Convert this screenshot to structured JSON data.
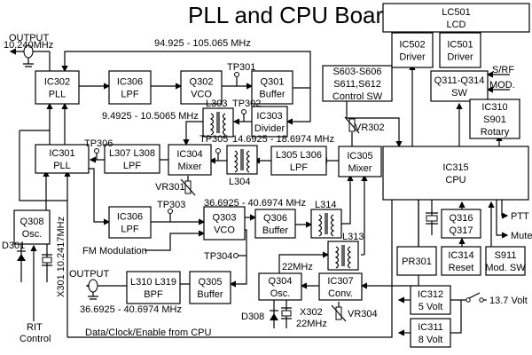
{
  "title": "PLL and CPU Board",
  "colors": {
    "background": "#ffffff",
    "ink": "#000000"
  },
  "blocks": {
    "ic302": [
      "IC302",
      "PLL"
    ],
    "ic306a": [
      "IC306",
      "LPF"
    ],
    "q302": [
      "Q302",
      "VCO"
    ],
    "q301": [
      "Q301",
      "Buffer"
    ],
    "ic303": [
      "IC303",
      "Divider"
    ],
    "ic301": [
      "IC301",
      "PLL"
    ],
    "l307": [
      "L307 L308",
      "LPF"
    ],
    "ic304": [
      "IC304",
      "Mixer"
    ],
    "l305": [
      "L305 L306",
      "LPF"
    ],
    "ic305": [
      "IC305",
      "Mixer"
    ],
    "q308": [
      "Q308",
      "Osc."
    ],
    "ic306b": [
      "IC306",
      "LPF"
    ],
    "q303": [
      "Q303",
      "VCO"
    ],
    "q306": [
      "Q306",
      "Buffer"
    ],
    "l310": [
      "L310 L319",
      "BPF"
    ],
    "q305": [
      "Q305",
      "Buffer"
    ],
    "q304": [
      "Q304",
      "Osc."
    ],
    "ic307": [
      "IC307",
      "Conv."
    ],
    "switches": [
      "S603-S606",
      "S611,S612",
      "Control SW"
    ],
    "lc501": [
      "LC501",
      "LCD"
    ],
    "ic502": [
      "IC502",
      "Driver"
    ],
    "ic501": [
      "IC501",
      "Driver"
    ],
    "q311": [
      "Q311-Q314",
      "SW"
    ],
    "ic310": [
      "IC310",
      "S901",
      "Rotary"
    ],
    "ic315": [
      "IC315",
      "CPU"
    ],
    "q316": [
      "Q316",
      "Q317"
    ],
    "pr301": [
      "PR301"
    ],
    "ic314": [
      "IC314",
      "Reset"
    ],
    "s911": [
      "S911",
      "Mod. SW"
    ],
    "ic312": [
      "IC312",
      "5 Volt"
    ],
    "ic311": [
      "IC311",
      "8 Volt"
    ]
  },
  "labels": {
    "output_top": "OUTPUT",
    "output_top_freq": "10.240MHz",
    "freq_94": "94.925 - 105.065 MHz",
    "freq_9": "9.4925 - 10.5065 MHz",
    "freq_14": "14.6925 - 18.6974 MHz",
    "freq_36a": "36.6925 -  40.6974 MHz",
    "freq_36b": "36.6925 - 40.6974 MHz",
    "tp301": "TP301",
    "tp302": "TP302",
    "tp303": "TP303",
    "tp304": "TP304",
    "tp305": "TP305",
    "tp306": "TP306",
    "l303": "L303",
    "l304": "L304",
    "l313": "L313",
    "l314": "L314",
    "vr301": "VR301",
    "vr302": "VR302",
    "vr304": "VR304",
    "d301": "D301",
    "d308": "D308",
    "x301": "X301  10.2417MHz",
    "x302": "X302",
    "x302_freq": "22MHz",
    "osc_22": "22MHz",
    "fm_mod": "FM Modulation",
    "output_bottom": "OUTPUT",
    "rit1": "RIT",
    "rit2": "Control",
    "data_bus": "Data/Clock/Enable from CPU",
    "srf": "S/RF",
    "mod": "MOD.",
    "ptt": "PTT",
    "mute": "Mute",
    "volt": "13.7 Volt"
  }
}
